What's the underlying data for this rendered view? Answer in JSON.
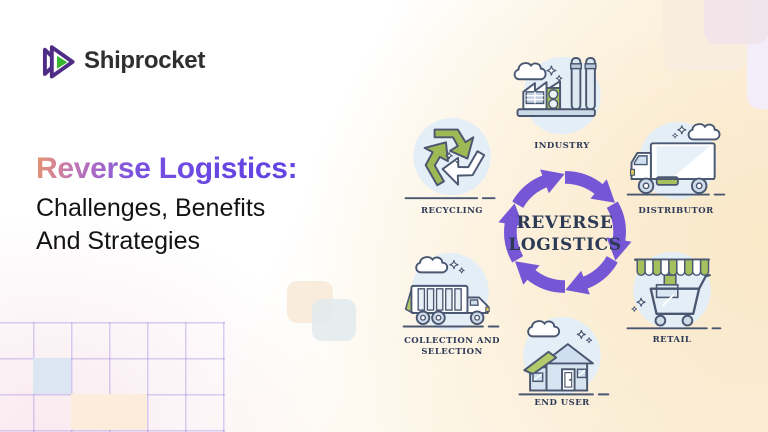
{
  "brand": {
    "name": "Shiprocket",
    "logo_icon": "play-triangles-icon"
  },
  "hero": {
    "title": "Reverse Logistics:",
    "subtitle_line1": "Challenges, Benefits",
    "subtitle_line2": "And Strategies"
  },
  "diagram": {
    "center_line1": "REVERSE",
    "center_line2": "LOGISTICS",
    "nodes": [
      {
        "id": "industry",
        "label": "INDUSTRY",
        "icon": "factory-icon"
      },
      {
        "id": "distributor",
        "label": "DISTRIBUTOR",
        "icon": "delivery-truck-icon"
      },
      {
        "id": "retail",
        "label": "RETAIL",
        "icon": "shopping-cart-icon"
      },
      {
        "id": "end_user",
        "label": "END USER",
        "icon": "house-icon"
      },
      {
        "id": "collection",
        "label": "COLLECTION AND SELECTION",
        "icon": "garbage-truck-icon"
      },
      {
        "id": "recycling",
        "label": "RECYCLING",
        "icon": "recycle-icon"
      }
    ],
    "cycle_direction": "clockwise",
    "arrow_count": 6
  },
  "colors": {
    "accent_purple": "#6a4ae0",
    "arrow_purple": "#7557d5",
    "logo_purple": "#4f2d87",
    "logo_green": "#38b52e",
    "label_navy": "#2e3a57",
    "icon_outline": "#4a5771",
    "icon_green": "#a6c05d",
    "icon_circle_bg": "#e4eef7",
    "bg_cream": "#fbf0dd"
  }
}
